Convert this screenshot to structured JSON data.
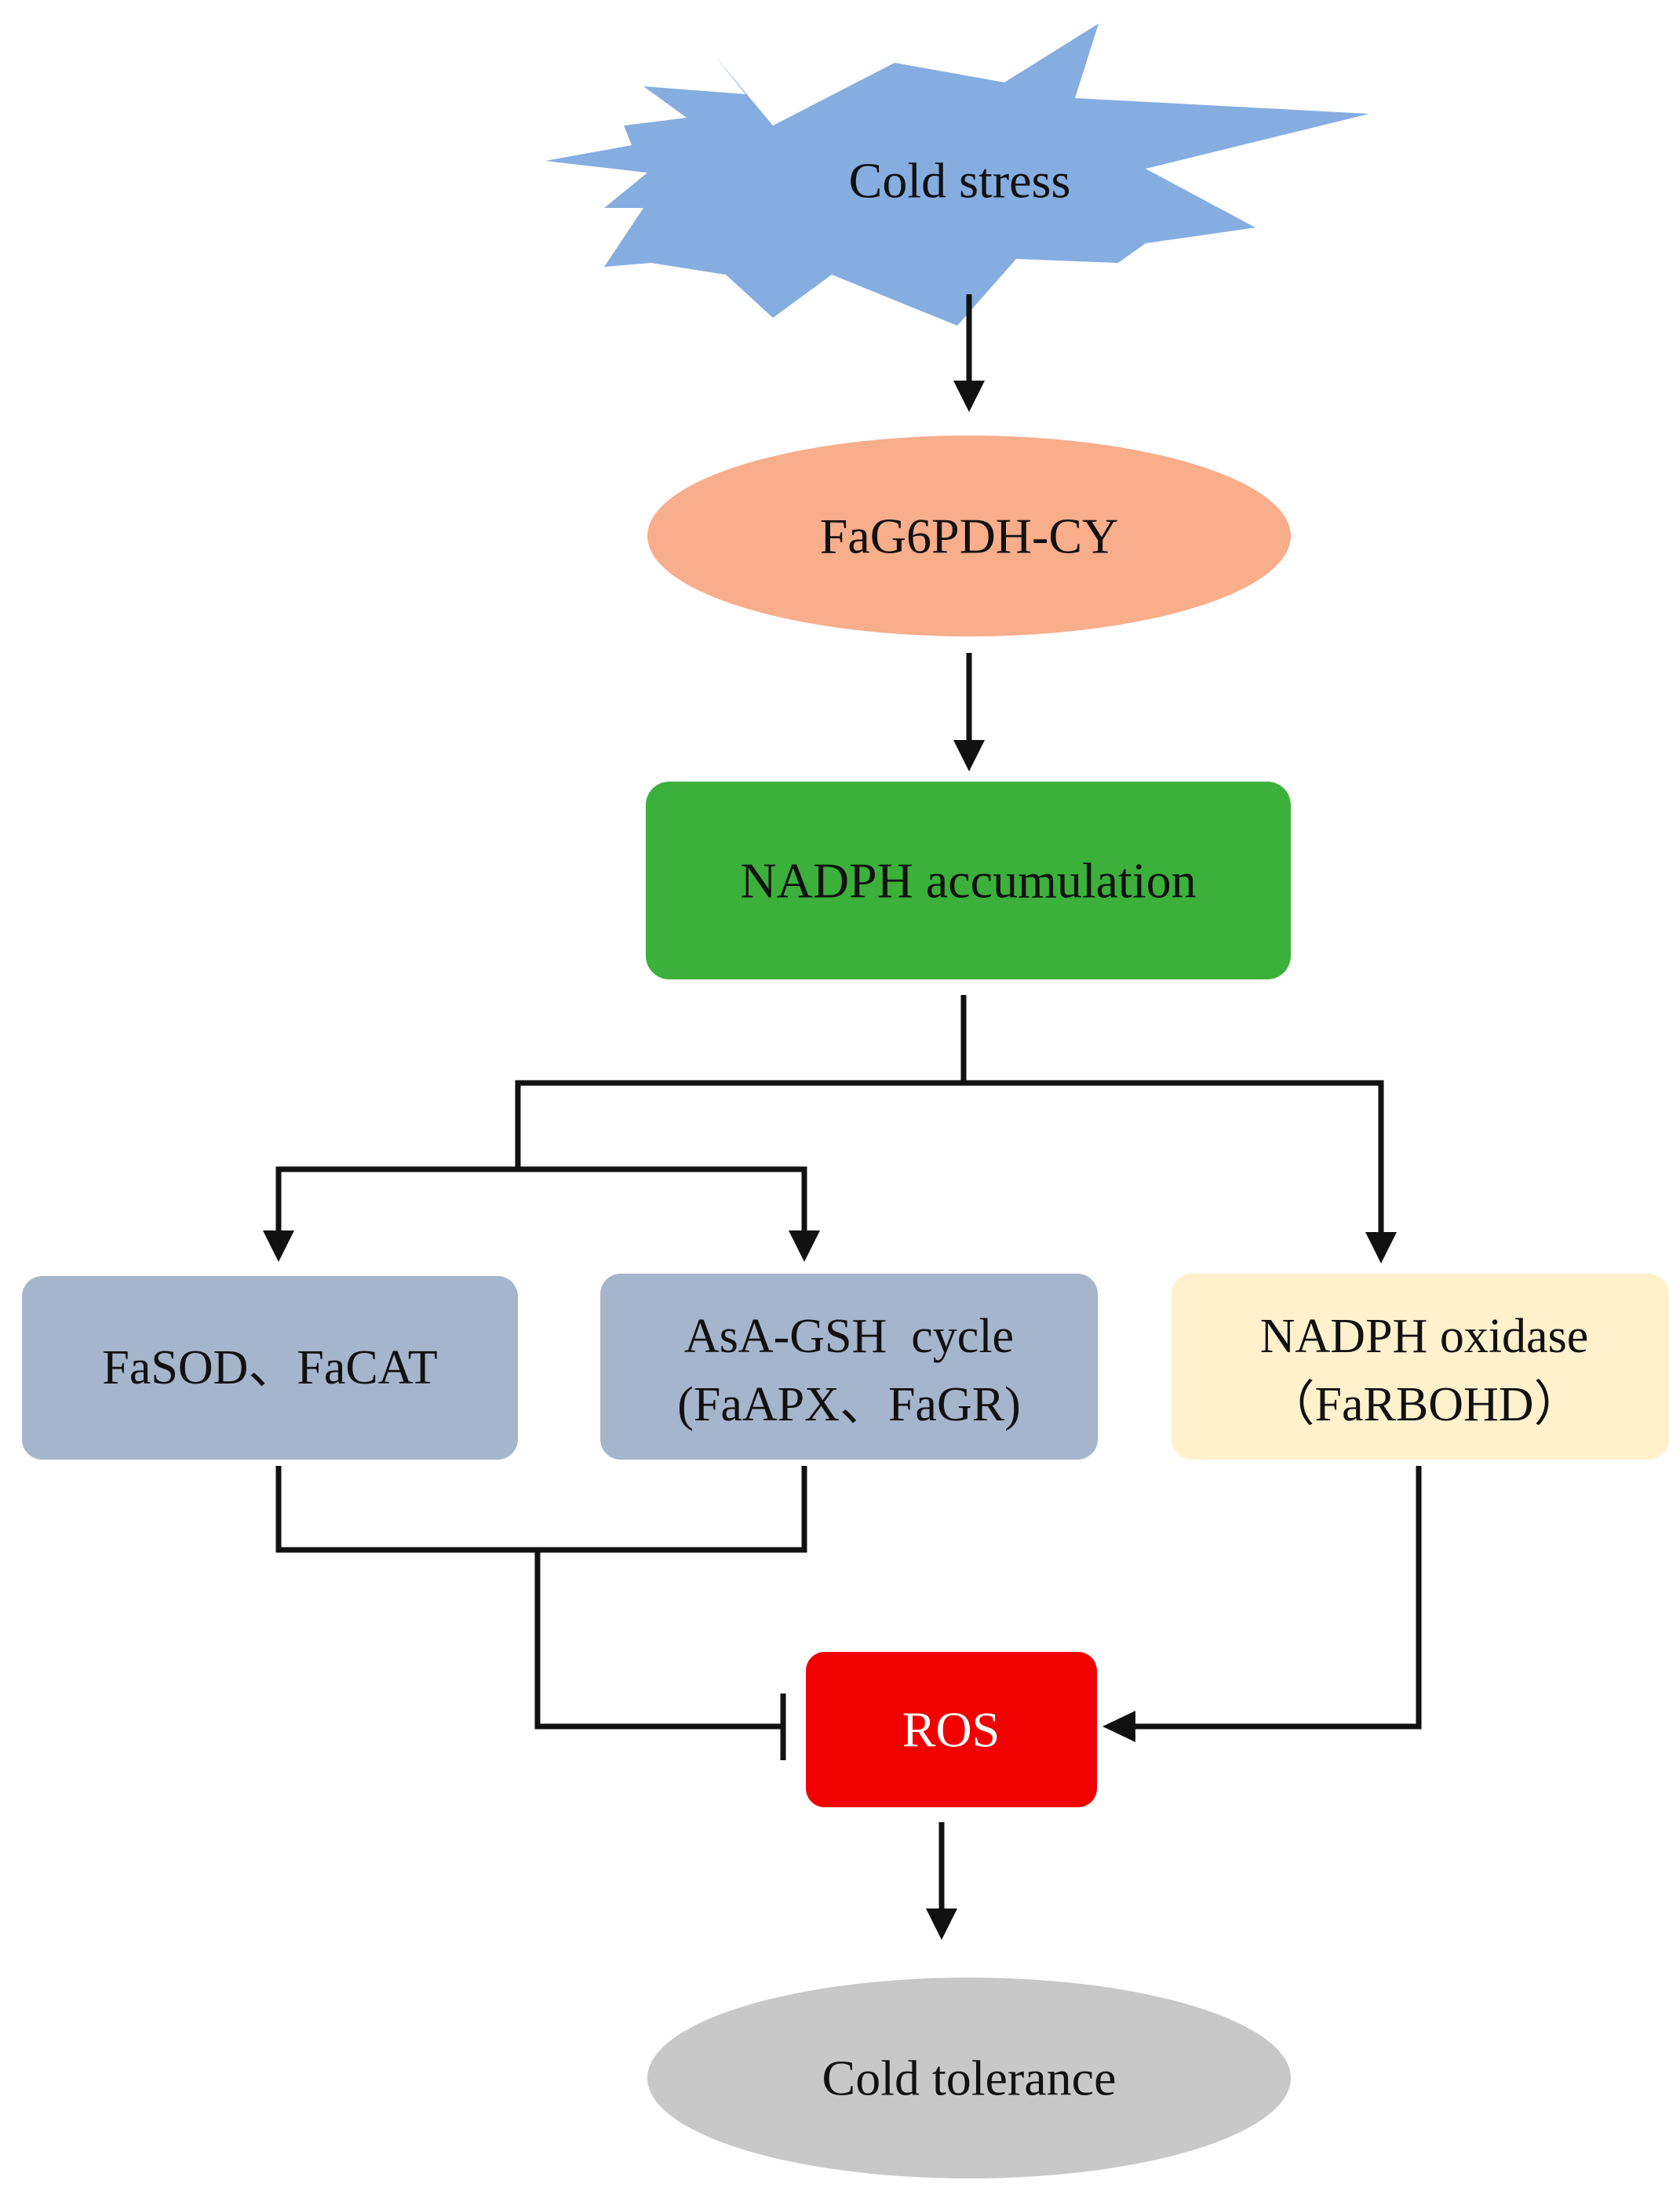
{
  "diagram": {
    "nodes": {
      "cold_stress": {
        "label": "Cold stress",
        "shape": "starburst",
        "color": "#86ADE0"
      },
      "fag6pdh": {
        "label": "FaG6PDH-CY",
        "shape": "ellipse",
        "color": "#F8AD8B"
      },
      "nadph_accumulation": {
        "label": "NADPH accumulation",
        "shape": "rounded-rect",
        "color": "#3BB03B"
      },
      "fasod_facat": {
        "label": "FaSOD、FaCAT",
        "shape": "rounded-rect",
        "color": "#A5B5CC"
      },
      "asa_gsh": {
        "line1": "AsA-GSH  cycle",
        "line2": "(FaAPX、FaGR)",
        "shape": "rounded-rect",
        "color": "#A5B5CC"
      },
      "nadph_oxidase": {
        "line1": "NADPH oxidase",
        "line2": "（FaRBOHD）",
        "shape": "rounded-rect",
        "color": "#FFF1CC"
      },
      "ros": {
        "label": "ROS",
        "shape": "rounded-rect",
        "color": "#F20000",
        "text_color": "#FFFFFF"
      },
      "cold_tolerance": {
        "label": "Cold tolerance",
        "shape": "ellipse",
        "color": "#C8C8C8"
      }
    },
    "edges": [
      {
        "from": "cold_stress",
        "to": "fag6pdh",
        "type": "activates"
      },
      {
        "from": "fag6pdh",
        "to": "nadph_accumulation",
        "type": "activates"
      },
      {
        "from": "nadph_accumulation",
        "to": "fasod_facat",
        "type": "activates"
      },
      {
        "from": "nadph_accumulation",
        "to": "asa_gsh",
        "type": "activates"
      },
      {
        "from": "nadph_accumulation",
        "to": "nadph_oxidase",
        "type": "activates"
      },
      {
        "from": "fasod_facat",
        "to": "ros",
        "type": "inhibits"
      },
      {
        "from": "asa_gsh",
        "to": "ros",
        "type": "inhibits"
      },
      {
        "from": "nadph_oxidase",
        "to": "ros",
        "type": "activates"
      },
      {
        "from": "ros",
        "to": "cold_tolerance",
        "type": "activates"
      }
    ],
    "line_color": "#111111"
  }
}
